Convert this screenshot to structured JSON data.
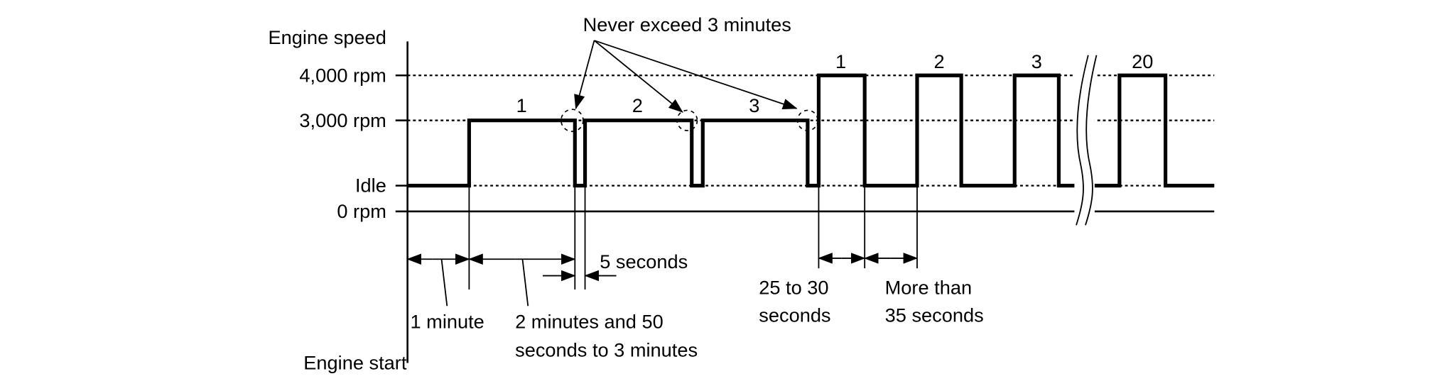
{
  "diagram": {
    "y_axis_title": "Engine speed",
    "y_levels": [
      "4,000 rpm",
      "3,000 rpm",
      "Idle",
      "0 rpm"
    ],
    "x_origin_label": "Engine start",
    "callout": "Never exceed 3 minutes",
    "stage1_labels": [
      "1",
      "2",
      "3"
    ],
    "stage2_labels": [
      "1",
      "2",
      "3",
      "20"
    ],
    "durations": {
      "idle": "1 minute",
      "hold_line1": "2 minutes and 50",
      "hold_line2": "seconds to 3 minutes",
      "gap": "5 seconds",
      "pulse_line1": "25 to 30",
      "pulse_line2": "seconds",
      "rest_line1": "More than",
      "rest_line2": "35 seconds"
    }
  }
}
